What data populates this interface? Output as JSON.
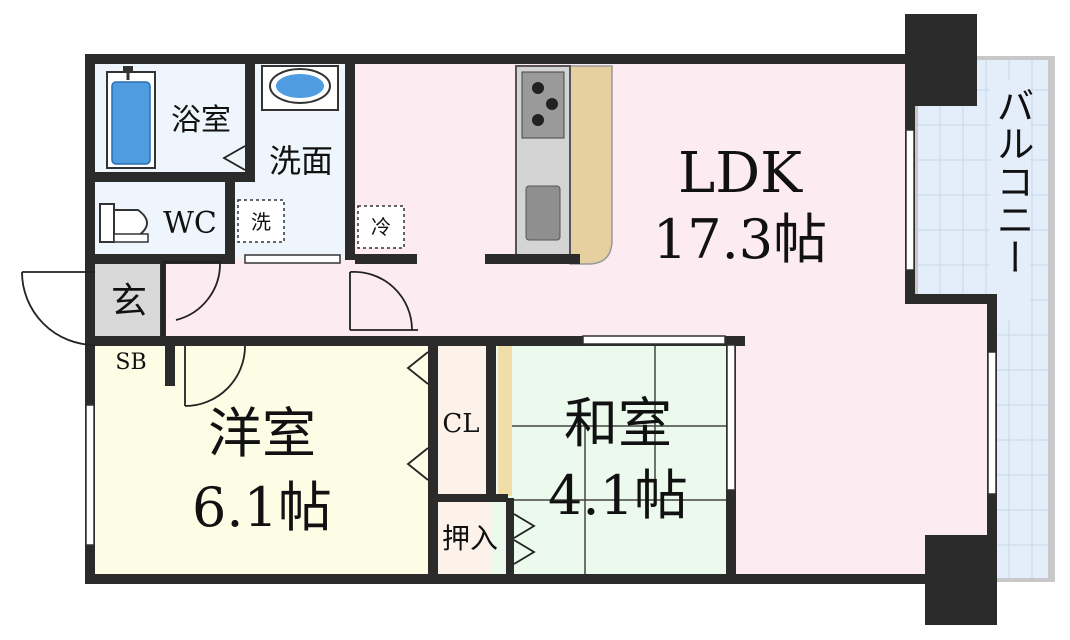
{
  "rooms": {
    "ldk": {
      "name": "LDK",
      "size": "17.3帖"
    },
    "western": {
      "name": "洋室",
      "size": "6.1帖"
    },
    "japanese": {
      "name": "和室",
      "size": "4.1帖"
    },
    "bath": {
      "name": "浴室"
    },
    "washroom": {
      "name": "洗面"
    },
    "toilet": {
      "name": "WC"
    },
    "entrance": {
      "name": "玄"
    },
    "shoe_box": {
      "name": "SB"
    },
    "closet": {
      "name": "CL"
    },
    "oshiire": {
      "name": "押入"
    },
    "balcony": {
      "name": "バルコニー"
    }
  },
  "fixtures": {
    "washer": "洗",
    "fridge": "冷"
  },
  "colors": {
    "wall": "#2b2b2b",
    "ldk": "#fdebf2",
    "western": "#fdfde6",
    "japanese": "#ecfaee",
    "wet_area": "#eef5fc",
    "entrance": "#d8d8d8",
    "balcony": "#e4eefa",
    "closet": "#fdf2ea",
    "counter": "#e6cfa0"
  }
}
